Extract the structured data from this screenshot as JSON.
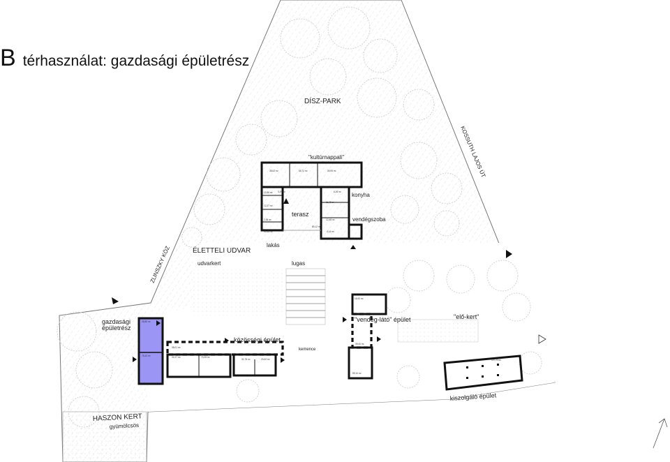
{
  "title": {
    "letter": "B",
    "text": "térhasználat: gazdasági épületrész"
  },
  "labels": {
    "disz_park": "DÍSZ-PARK",
    "kossuth": "KOSSUTH LAJOS ÚT",
    "zlinszky": "ZLINSZKY KÖZ",
    "kulturnappali": "\"kultúrnappali\"",
    "konyha": "konyha",
    "terasz": "terasz",
    "vendegszoba": "vendégszoba",
    "lakas": "lakás",
    "eletteli_udvar": "ÉLETTELI UDVAR",
    "udvarkert": "udvarkert",
    "lugas": "lugas",
    "gazdasagi_1": "gazdasági",
    "gazdasagi_2": "épületrész",
    "kozossegi": "közösségi épület",
    "kemence": "kemence",
    "vendeglato": "\"vendég-látó\" épület",
    "elokert": "\"elő-kert\"",
    "kiszolgalo": "kiszolgáló épület",
    "haszon_kert": "HASZON KERT",
    "gyumolcsos": "gyümölcsös"
  },
  "areas": [
    "38,62 m²",
    "65,72 m²",
    "39,95 m²",
    "6,26 m²",
    "12,86 m²",
    "3,29 m²",
    "11,49 m²",
    "12,27 m²",
    "2,38 m²",
    "10,15 m²",
    "12,48 m²",
    "4,14 m²",
    "80,12 m²",
    "16,00 m²",
    "39,40 m²",
    "76,43 m²",
    "26,86 m²",
    "31,07 m²",
    "73,28 m²",
    "31,78 m²",
    "38,01 m²",
    "20,00 m²",
    "59,10 m²",
    "147,23 m²"
  ],
  "colors": {
    "highlight": "#9b95f5",
    "wall": "#111111",
    "tree": "#cfcfcf",
    "site_edge": "#777777"
  },
  "icons": [
    "north-arrow-icon",
    "entrance-arrow-icon"
  ]
}
